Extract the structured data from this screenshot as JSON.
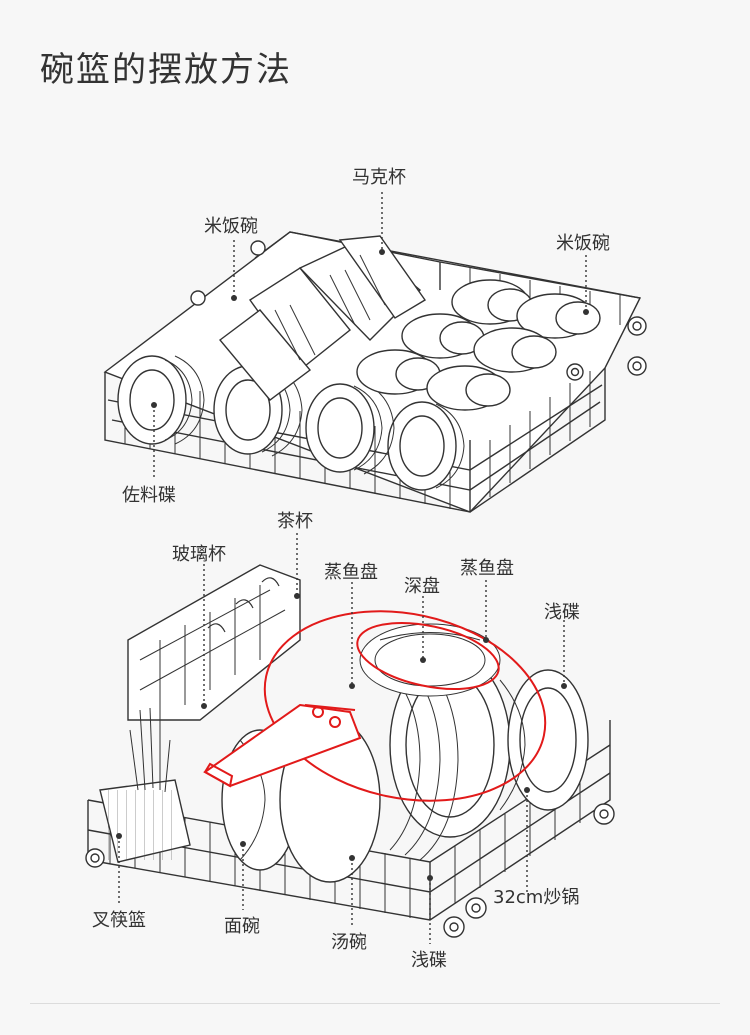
{
  "title": "碗篮的摆放方法",
  "upper_basket": {
    "labels": {
      "mug": "马克杯",
      "rice_bowl_left": "米饭碗",
      "rice_bowl_right": "米饭碗",
      "sauce_dish": "佐料碟"
    }
  },
  "lower_basket": {
    "labels": {
      "tea_cup": "茶杯",
      "glass_cup": "玻璃杯",
      "steamed_fish_plate_left": "蒸鱼盘",
      "deep_plate": "深盘",
      "steamed_fish_plate_right": "蒸鱼盘",
      "shallow_plate_top": "浅碟",
      "wok": "32cm炒锅",
      "cutlery_basket": "叉筷篮",
      "noodle_bowl": "面碗",
      "soup_bowl": "汤碗",
      "shallow_plate_bottom": "浅碟"
    }
  },
  "colors": {
    "background": "#f7f7f7",
    "line_art": "#333333",
    "wok_highlight": "#e21a1a"
  }
}
